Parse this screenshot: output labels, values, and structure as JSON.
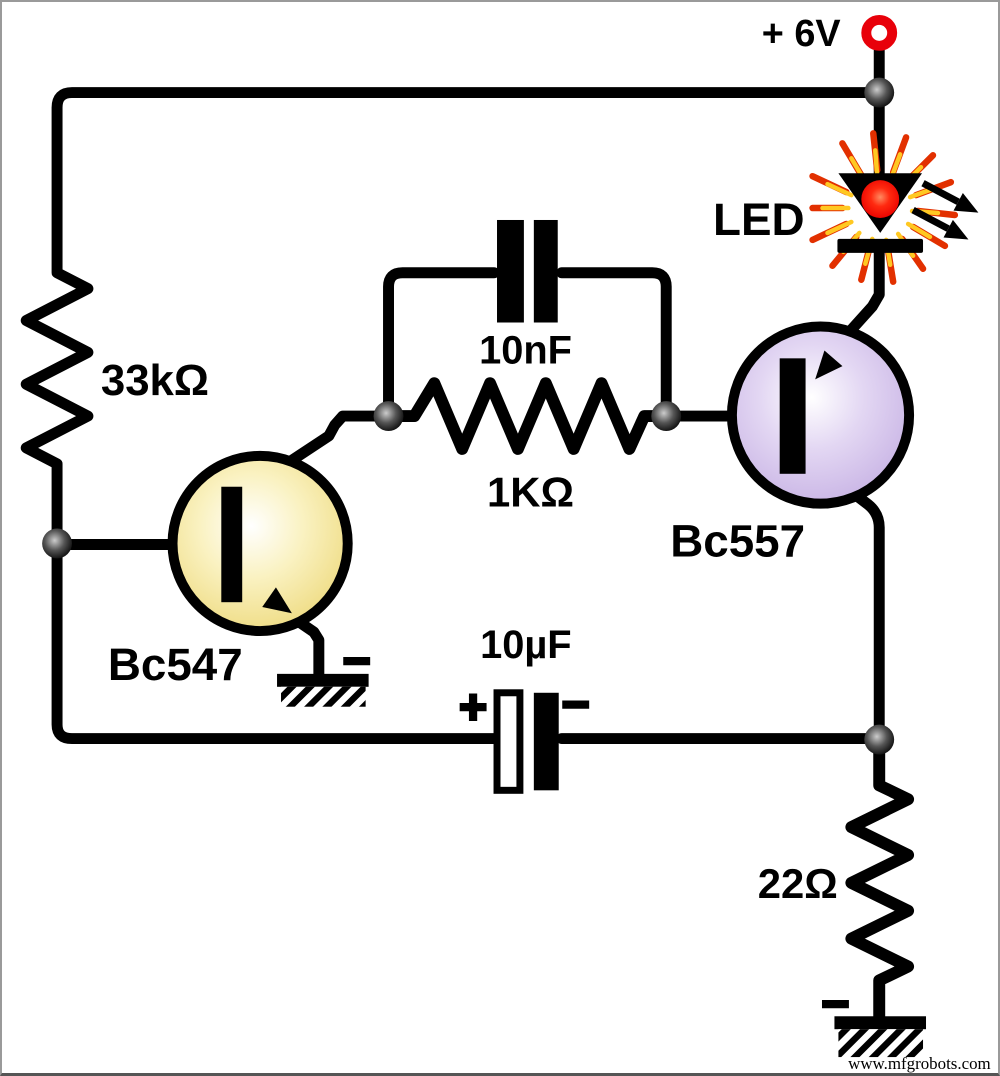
{
  "circuit": {
    "power": {
      "label": "+ 6V"
    },
    "led": {
      "label": "LED"
    },
    "resistors": {
      "r1": "33kΩ",
      "r2": "1KΩ",
      "r3": "22Ω"
    },
    "capacitors": {
      "c1": "10nF",
      "c2": "10µF",
      "c2_plus": "+",
      "c2_minus": "−"
    },
    "transistors": {
      "q1": "Bc547",
      "q2": "Bc557"
    },
    "grounds": {
      "minus": "−"
    },
    "watermark": "www.mfgrobots.com",
    "colors": {
      "wire": "#000000",
      "terminal_red": "#e8000a",
      "led_red": "#ee0e00",
      "ray_red": "#e23000",
      "ray_yellow": "#ffc822",
      "q1_fill": "#f0e08c",
      "q2_fill": "#cbb7e6",
      "junction": "#222222"
    }
  }
}
